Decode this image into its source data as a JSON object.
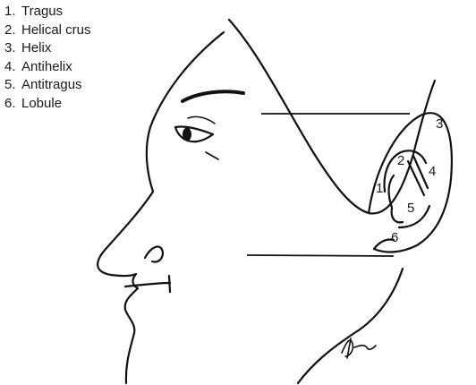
{
  "legend": [
    {
      "number": "1.",
      "label": "Tragus"
    },
    {
      "number": "2.",
      "label": "Helical crus"
    },
    {
      "number": "3.",
      "label": "Helix"
    },
    {
      "number": "4.",
      "label": "Antihelix"
    },
    {
      "number": "5.",
      "label": "Antitragus"
    },
    {
      "number": "6.",
      "label": "Lobule"
    }
  ],
  "ear_labels": {
    "tragus": "1",
    "helical_crus": "2",
    "helix": "3",
    "antihelix": "4",
    "antitragus": "5",
    "lobule": "6"
  },
  "colors": {
    "ink": "#111111",
    "background": "#ffffff"
  }
}
